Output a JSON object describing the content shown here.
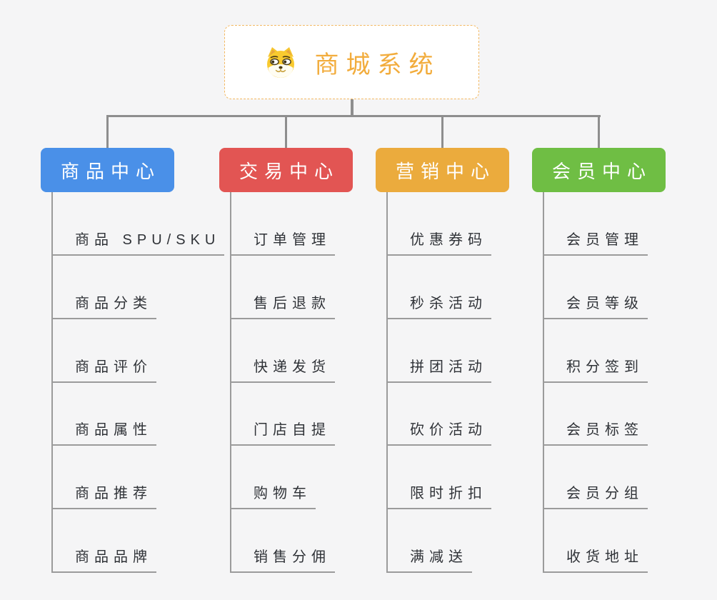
{
  "root": {
    "title": "商城系统",
    "icon": "shiba-dog-icon",
    "title_color": "#F2AC3C",
    "border_color": "#F3B861"
  },
  "connector_color": "#8E8E8E",
  "rail_color": "#9B9B9B",
  "branches": [
    {
      "label": "商品中心",
      "color": "#4A90E8",
      "items": [
        "商品 SPU/SKU",
        "商品分类",
        "商品评价",
        "商品属性",
        "商品推荐",
        "商品品牌"
      ]
    },
    {
      "label": "交易中心",
      "color": "#E25553",
      "items": [
        "订单管理",
        "售后退款",
        "快递发货",
        "门店自提",
        "购物车",
        "销售分佣"
      ]
    },
    {
      "label": "营销中心",
      "color": "#EBAB3D",
      "items": [
        "优惠券码",
        "秒杀活动",
        "拼团活动",
        "砍价活动",
        "限时折扣",
        "满减送"
      ]
    },
    {
      "label": "会员中心",
      "color": "#6FBE44",
      "items": [
        "会员管理",
        "会员等级",
        "积分签到",
        "会员标签",
        "会员分组",
        "收货地址"
      ]
    }
  ]
}
